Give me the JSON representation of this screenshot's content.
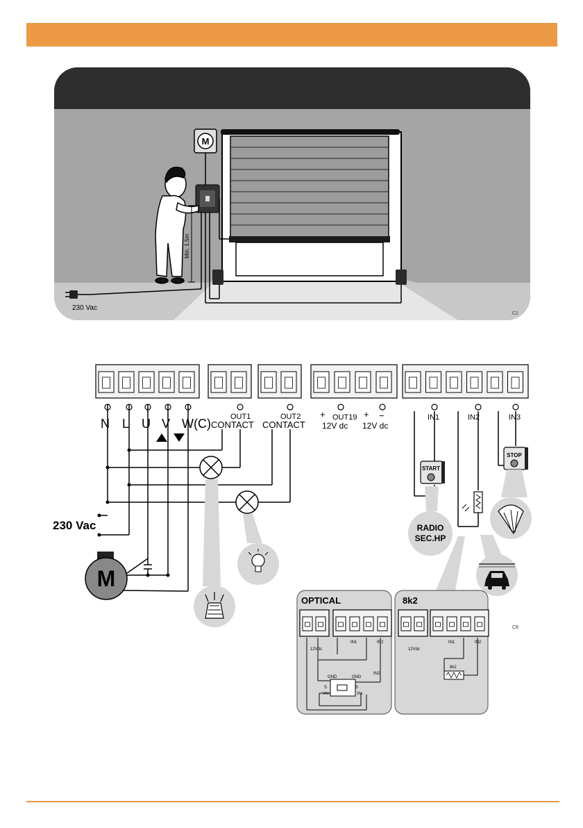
{
  "header": {
    "bar_color": "#ec9a45"
  },
  "installation_scene": {
    "motor_label": "M",
    "height_label": "Min. 1,5m",
    "power_label": "230 Vac",
    "figure_code": "C1",
    "colors": {
      "panel_header": "#2e2e2e",
      "wall": "#a5a5a5",
      "floor": "#c9c9c9",
      "door": "#9b9b9b"
    }
  },
  "terminal_block": {
    "groups": [
      {
        "terminals": [
          {
            "label": "N"
          },
          {
            "label": "L"
          },
          {
            "label": "U"
          },
          {
            "label": "V"
          },
          {
            "label": "W(C)"
          }
        ]
      },
      {
        "terminals": [
          {
            "label": ""
          },
          {
            "label": "OUT1"
          }
        ],
        "caption": "CONTACT"
      },
      {
        "terminals": [
          {
            "label": ""
          },
          {
            "label": "OUT2"
          }
        ],
        "caption": "CONTACT"
      },
      {
        "terminals": [
          {
            "label": "+"
          },
          {
            "label": "OUT19"
          },
          {
            "label": "+"
          },
          {
            "label": "−"
          }
        ],
        "captions": [
          "12V dc",
          "12V dc"
        ]
      },
      {
        "terminals": [
          {
            "label": ""
          },
          {
            "label": "IN1"
          },
          {
            "label": ""
          },
          {
            "label": "IN2"
          },
          {
            "label": ""
          },
          {
            "label": "IN3"
          }
        ]
      }
    ]
  },
  "wiring": {
    "power_label": "230 Vac",
    "motor_label": "M",
    "start_button": "START",
    "stop_button": "STOP",
    "radio_label_line1": "RADIO",
    "radio_label_line2": "SEC.HP"
  },
  "inset": {
    "optical_title": "OPTICAL",
    "resistor_title": "8k2",
    "vdc_label": "12Vdc",
    "in1_label": "IN1",
    "in2_label": "IN2",
    "gnd_left": "GND",
    "gnd_right": "GND",
    "s_left": "S",
    "s_right": "S",
    "vrx_label": "Vrx",
    "vtx_label": "Vtx",
    "resistor_label": "8k2",
    "figure_code": "C8"
  },
  "footer": {
    "line_color": "#ec9a45"
  }
}
